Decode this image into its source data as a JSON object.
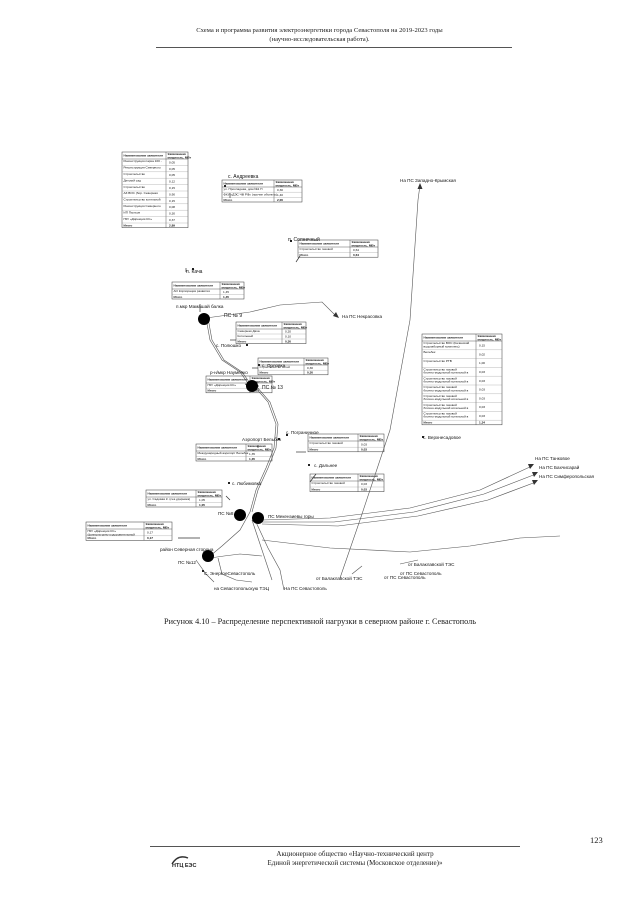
{
  "header": {
    "line1": "Схема и программа развития электроэнергетики города Севастополя на 2019-2023 годы",
    "line2": "(научно-исследовательская работа)."
  },
  "table_headers": {
    "name": "Наименование заявителя",
    "power": "Заявленная мощность, МВт"
  },
  "total_label": "Итого",
  "tables": {
    "t1": {
      "rows": [
        [
          "Реконструкция парка 100 - летия",
          "0,05"
        ],
        [
          "Реконструкция Северного пляжа и зоны отдыха «Мыс Тарханкут»",
          "0,05"
        ],
        [
          "Строительство торгово-бытового центра",
          "0,05"
        ],
        [
          "Детский сад",
          "0,12"
        ],
        [
          "Строительство физкультурно-оздоровительного комплекса",
          "0,15"
        ],
        [
          "АЗ ВОС (бор. Северная сторона)",
          "0,90"
        ],
        [
          "Строительство котельной",
          "0,15"
        ],
        [
          "Реконструкция Северного пляжа и зоны отдыха «Мыс Тарханкут»",
          "0,08"
        ],
        [
          "ИП Пыльов",
          "0,30"
        ],
        [
          "ГБУ «Дирекция КС» (физкультурно-оздоровительный комплекс с универсальным игровым залом)",
          "0,37"
        ]
      ],
      "total": "2,89"
    },
    "t2": {
      "rows": [
        [
          "ул. Прохладная, дом №1 П",
          "0,30"
        ],
        [
          "ФКУ «ДЭС ЧФ РФ» (прочие объекты)",
          "1,40"
        ]
      ],
      "total": "2,00"
    },
    "t3": {
      "rows": [
        [
          "Строительство газовой блочно-модульной котельной",
          "0,64"
        ]
      ],
      "total": "0,64"
    },
    "t4": {
      "rows": [
        [
          "АО Корпорация развития Севастополя",
          "1,45"
        ]
      ],
      "total": "1,45"
    },
    "t5": {
      "rows": [
        [
          "Северная Дача",
          "0,20"
        ],
        [
          "Котельный",
          "0,10"
        ]
      ],
      "total": "0,30"
    },
    "t6": {
      "rows": [
        [
          "Строительство сетей электроснабжения",
          "0,30"
        ]
      ],
      "total": "0,30"
    },
    "t7": {
      "rows": [
        [
          "ГБУ «Дирекция КС»",
          "0,15"
        ]
      ],
      "total": "0,15"
    },
    "t8": {
      "rows": [
        [
          "Строительство ВОС (Качинский водозаборный комплекс)",
          "0,15"
        ],
        [
          "Бельбек",
          "0,02"
        ],
        [
          "Строительство РТВ",
          "1,00"
        ],
        [
          "Строительство газовой блочно-модульной котельной в районе ул. Севастопольская, 85",
          "0,03"
        ],
        [
          "Строительство газовой блочно-модульной котельной в районе пос. Сосновый, 14",
          "0,03"
        ],
        [
          "Строительство газовой блочно-модульной котельной в районе ул. Ливадийская, 24",
          "0,03"
        ],
        [
          "Строительство газовой блочно-модульной котельной в районе ул. Приморская в районе дома 1",
          "0,03"
        ],
        [
          "Строительство газовой блочно-модульной котельной в районе ул. Богдана",
          "0,03"
        ],
        [
          "Строительство газовой блочно-модульной котельной в Дубовой 2 и 5",
          "0,03"
        ]
      ],
      "total": "1,34"
    },
    "t9": {
      "rows": [
        [
          "Международный аэропорт Бельбек",
          "1,35"
        ]
      ],
      "total": "1,35"
    },
    "t10": {
      "rows": [
        [
          "Строительство газовой блочно-модульной котельной в районе ул. Бельбек",
          "0,03"
        ]
      ],
      "total": "0,03"
    },
    "t11": {
      "rows": [
        [
          "Строительство газовой блочно-модульной котельной ДМП, 21",
          "0,03"
        ]
      ],
      "total": "0,03"
    },
    "t12": {
      "rows": [
        [
          "ул. Садовая К. (сек.ударника)",
          "1,05"
        ]
      ],
      "total": "1,05"
    },
    "t13": {
      "rows": [
        [
          "ГБУ «Дирекция КС» (физкультурно-оздоровительный культурно-досуговый центр)",
          "0,17"
        ]
      ],
      "total": "0,17"
    }
  },
  "map": {
    "places": {
      "andreevka": "с. Андреевка",
      "solnechny": "п. Солнечный",
      "kacha": "п. Кача",
      "mamashay": "п.мкр Мамашай балка",
      "polyushko": "с. Полюшко",
      "orlovka": "с. Орловка",
      "naumovka": "р-н/мкр Науменко",
      "aeroport": "Аэропорт Бельбек",
      "pogranichnoe": "с. Пограничное",
      "dalnee": "с. Дальнее",
      "lyubimovka": "с. Любимовка",
      "rayon_severnoy": "район Северная сторона",
      "energosevastopol": "С. ЭнергоеСевастополь",
      "verhnesadovoe": "с. Верхнесадовое"
    },
    "substations": {
      "ps9": "ПС № 9",
      "ps13": "ПС № 13",
      "ps8": "ПС №8",
      "psmek": "ПС Мекензиевы горы",
      "ps12": "ПС №12"
    },
    "directions": {
      "zapadno": "На ПС Западно-Крымская",
      "nikrasovka": "На ПС Некрасовка",
      "tankovoe": "На ПС Танковое",
      "bahchisaray": "На ПС Бахчисарай",
      "simferopol": "На ПС Симферопольская",
      "ot_balak1": "от Балаклавской ТЭС",
      "ot_sevastopol1": "от ПС Севастополь",
      "ot_balak2": "от Балаклавской ТЭС",
      "ot_sevastopol2": "от ПС Севастополь",
      "na_sevtec": "на Севастопольскую ТЭЦ",
      "na_sevastopol": "На ПС Севастополь"
    }
  },
  "caption": "Рисунок 4.10 – Распределение перспективной нагрузки в северном районе г. Севастополь",
  "page_number": "123",
  "footer": {
    "line1": "Акционерное общество «Научно-технический центр",
    "line2": "Единой энергетической системы (Московское отделение)»",
    "logo": "НТЦ ЕЭС"
  }
}
